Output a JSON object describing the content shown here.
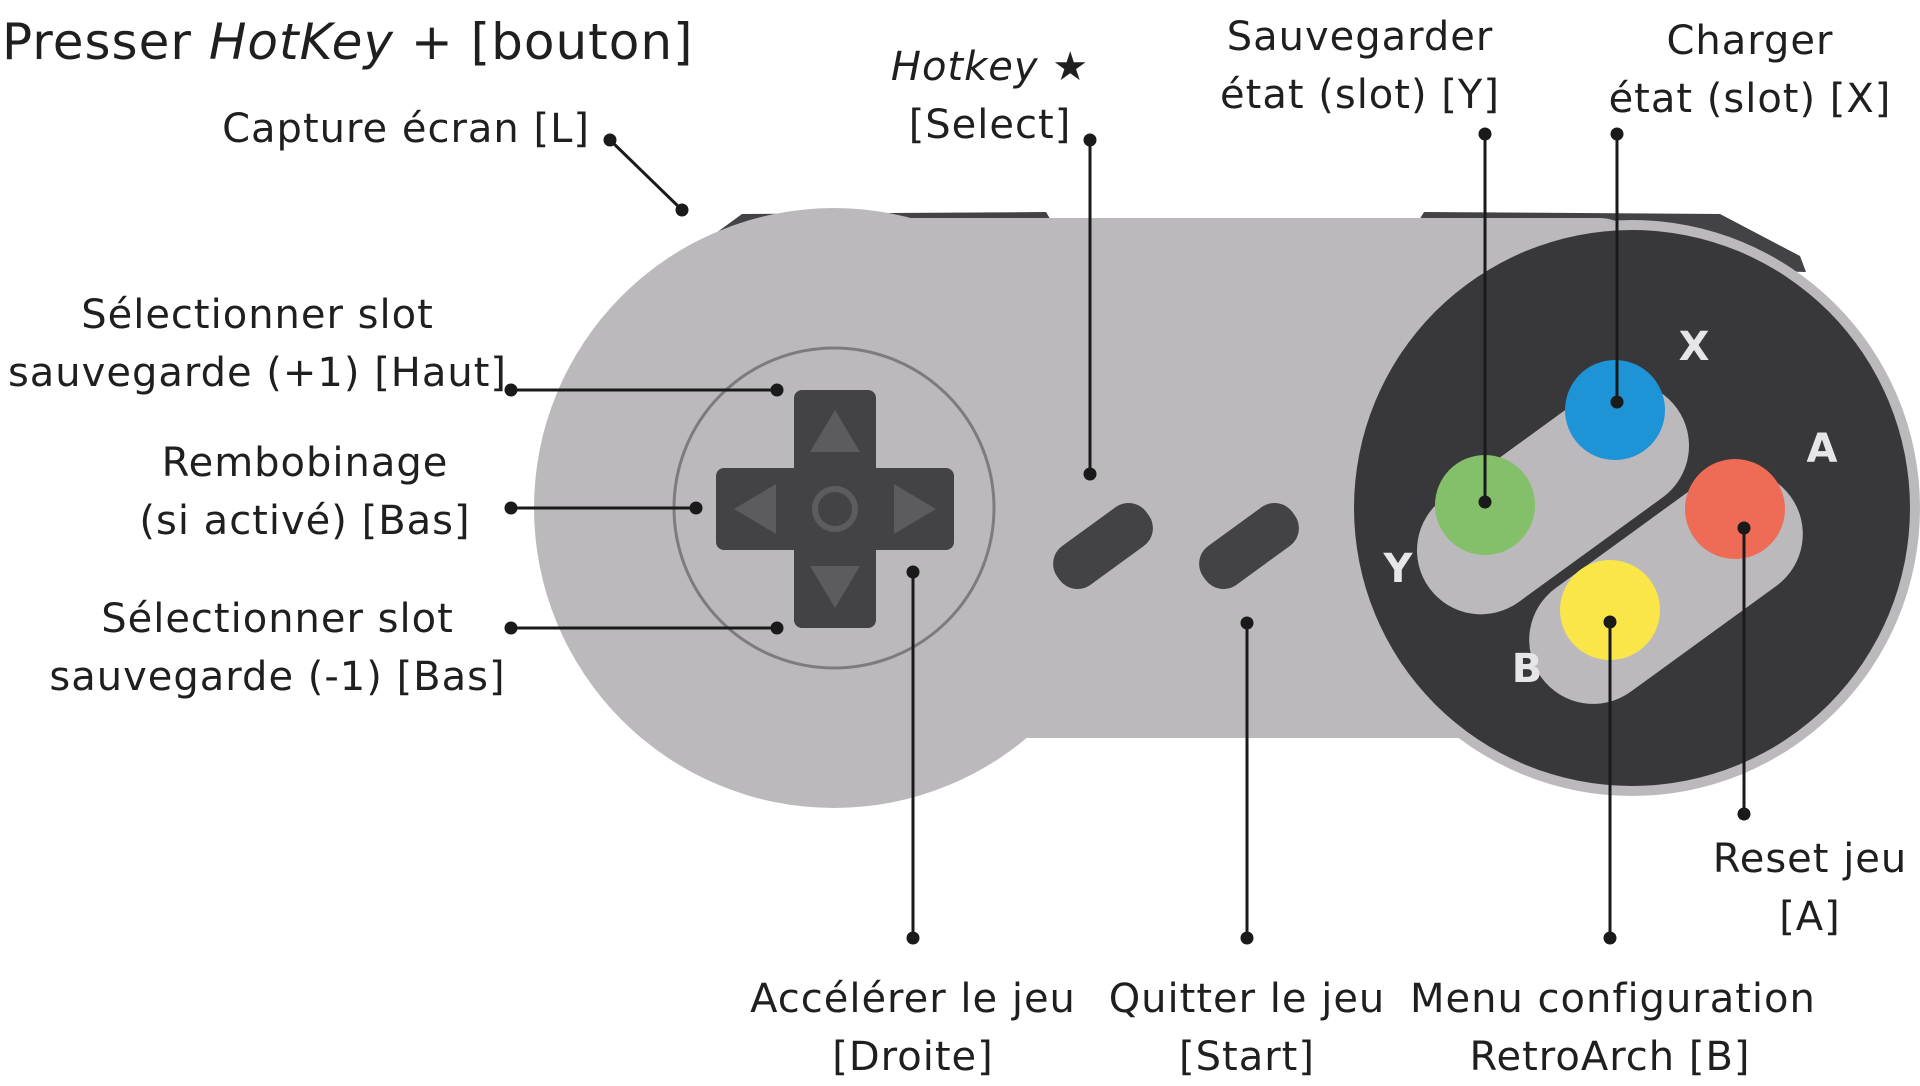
{
  "title": {
    "prefix": "Presser ",
    "hotkey": "HotKey",
    "suffix": " + [bouton]"
  },
  "controller": {
    "button_letters": {
      "x": "X",
      "a": "A",
      "y": "Y",
      "b": "B"
    },
    "colors": {
      "body": "#bbb9bc",
      "dark": "#434244",
      "face_pad": "#383739",
      "button_plate": "#bbb9bc",
      "x_button": "#1e93d6",
      "a_button": "#ee6b55",
      "y_button": "#84c06a",
      "b_button": "#fbe64a",
      "dpad_glyph": "#5c5b5e",
      "dpad_ring": "#7d7b7f",
      "leader_line": "#1a1a1a"
    }
  },
  "labels": {
    "screenshot": {
      "line1": "Capture écran [L]"
    },
    "hotkey_select": {
      "line1_italic": "Hotkey",
      "line1_star": " ★",
      "line2": "[Select]"
    },
    "save_state": {
      "line1": "Sauvegarder",
      "line2": "état (slot) [Y]"
    },
    "load_state": {
      "line1": "Charger",
      "line2": "état (slot) [X]"
    },
    "slot_plus": {
      "line1": "Sélectionner  slot",
      "line2": "sauvegarde (+1) [Haut]"
    },
    "rewind": {
      "line1": "Rembobinage",
      "line2": "(si activé) [Bas]"
    },
    "slot_minus": {
      "line1": "Sélectionner  slot",
      "line2": "sauvegarde (-1) [Bas]"
    },
    "fast_forward": {
      "line1": "Accélérer le jeu",
      "line2": "[Droite]"
    },
    "quit": {
      "line1": "Quitter le jeu",
      "line2": "[Start]"
    },
    "menu": {
      "line1": "Menu configuration",
      "line2": "RetroArch [B]"
    },
    "reset": {
      "line1": "Reset jeu",
      "line2": "[A]"
    }
  }
}
